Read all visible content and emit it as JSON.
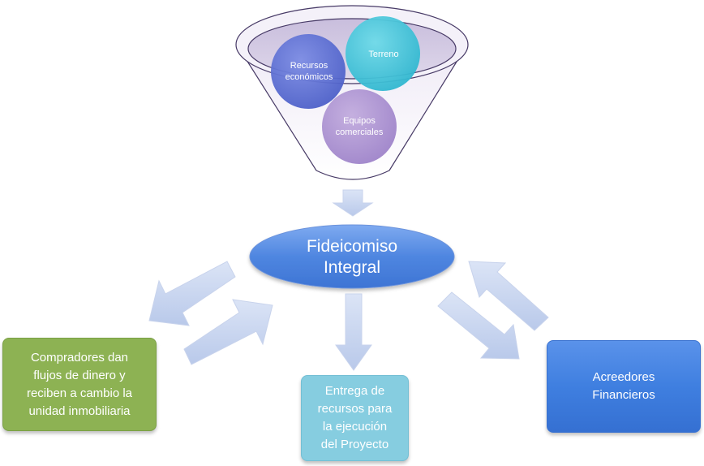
{
  "funnel": {
    "circles": [
      {
        "label": "Recursos\neconómicos",
        "color": "#5b6fd6"
      },
      {
        "label": "Terreno",
        "color": "#3ec7dc"
      },
      {
        "label": "Equipos\ncomerciales",
        "color": "#a68bd0"
      }
    ]
  },
  "center": {
    "label": "Fideicomiso\nIntegral",
    "color": "#4f86e0"
  },
  "boxes": {
    "left": {
      "label": "Compradores dan\nflujos de dinero y\nreciben a cambio la\nunidad inmobiliaria",
      "color": "#8db253"
    },
    "middle": {
      "label": "Entrega de\nrecursos para\nla ejecución\ndel Proyecto",
      "color": "#86cde0"
    },
    "right": {
      "label": "Acreedores\nFinancieros",
      "color": "#3f7fe0"
    }
  },
  "colors": {
    "arrow": "#c5d3ef",
    "funnel_fill": "#e6e1f0",
    "funnel_stroke": "#473a66"
  }
}
